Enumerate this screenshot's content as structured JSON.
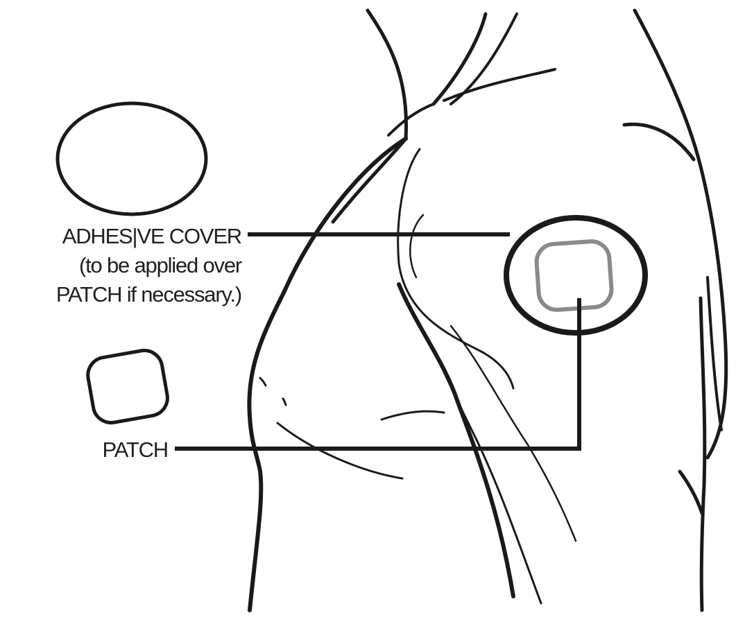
{
  "labels": {
    "adhesive_cover": {
      "line1": "ADHES|VE COVER",
      "line2": "(to be applied over",
      "line3": "PATCH if necessary.)"
    },
    "patch": "PATCH"
  },
  "colors": {
    "ink": "#1a1a1a",
    "patch_outline_on_body": "#8a8a8a",
    "background": "#ffffff"
  }
}
